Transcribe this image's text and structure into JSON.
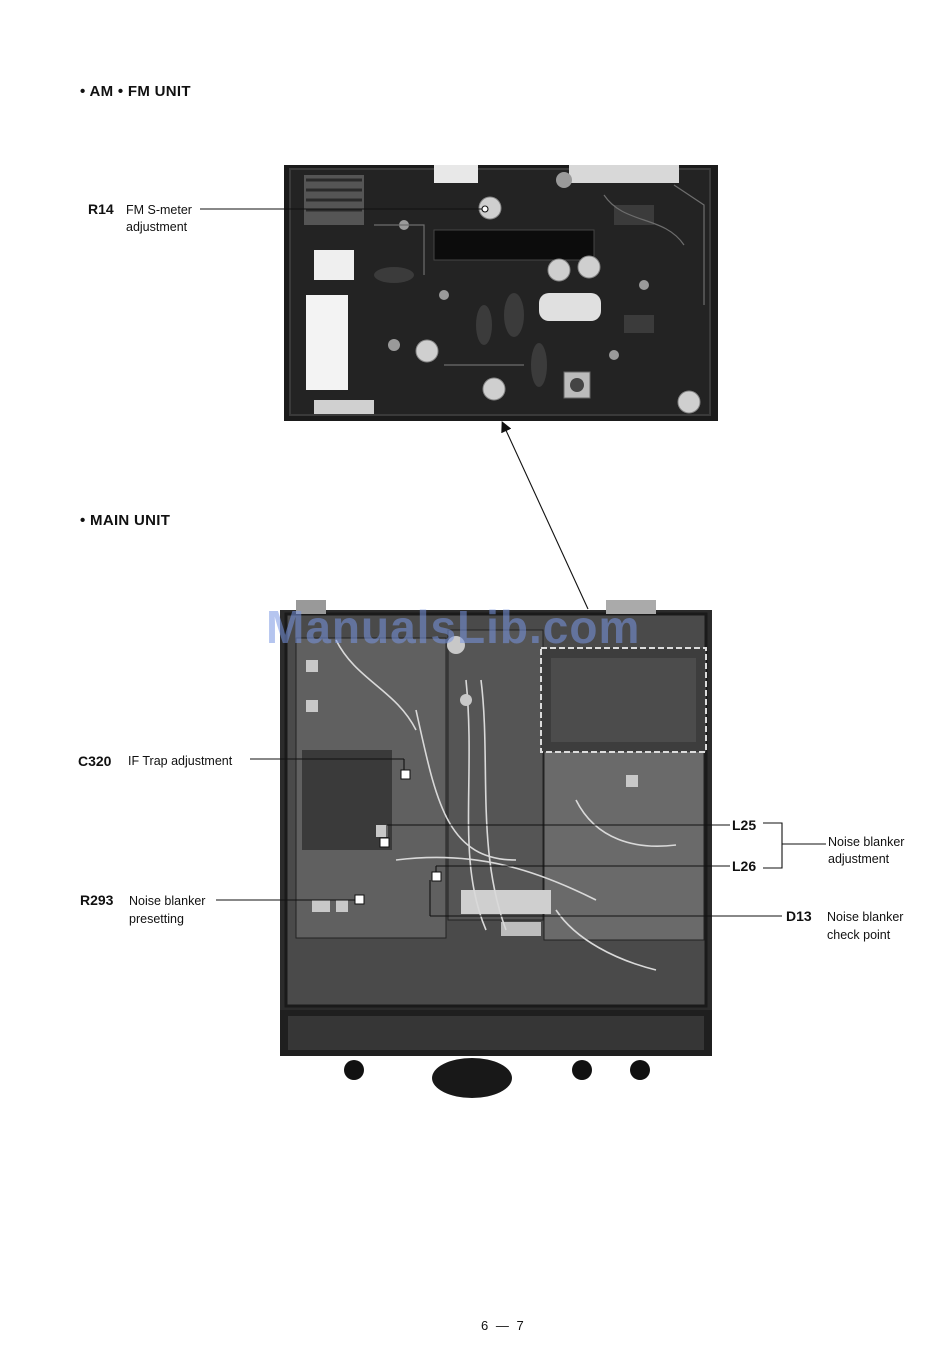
{
  "sections": {
    "am_fm": {
      "heading": "• AM • FM UNIT"
    },
    "main": {
      "heading": "• MAIN UNIT"
    }
  },
  "callouts": [
    {
      "ref": "R14",
      "lines": [
        "FM S-meter",
        "adjustment"
      ]
    },
    {
      "ref": "C320",
      "lines": [
        "IF Trap adjustment"
      ]
    },
    {
      "ref": "R293",
      "lines": [
        "Noise blanker",
        "presetting"
      ]
    },
    {
      "ref": "L25",
      "lines": []
    },
    {
      "ref": "L26",
      "lines": []
    },
    {
      "ref": "",
      "lines": [
        "Noise blanker",
        "adjustment"
      ]
    },
    {
      "ref": "D13",
      "lines": [
        "Noise blanker",
        "check point"
      ]
    }
  ],
  "watermark": "ManualsLib.com",
  "page_number": "6 — 7",
  "images": {
    "am_fm_unit_photo": "am-fm-unit-board-photo",
    "main_unit_photo": "main-unit-chassis-photo"
  }
}
